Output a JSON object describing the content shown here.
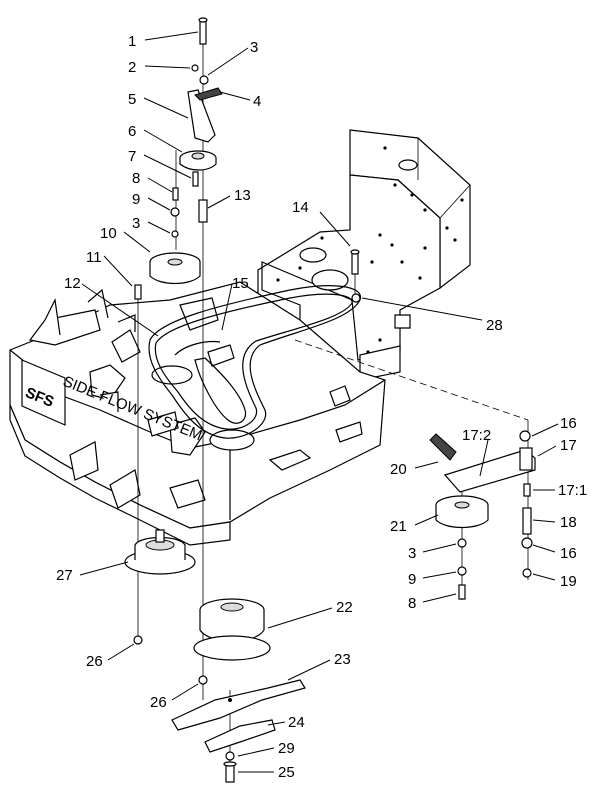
{
  "diagram": {
    "deck_decal": "SFS",
    "deck_decal_subtitle": "SIDE FLOW SYSTEM",
    "callouts": [
      "1",
      "2",
      "3",
      "4",
      "5",
      "6",
      "7",
      "8",
      "9",
      "3",
      "10",
      "11",
      "13",
      "12",
      "15",
      "14",
      "28",
      "16",
      "17:2",
      "17",
      "20",
      "17:1",
      "21",
      "18",
      "3",
      "16",
      "9",
      "19",
      "8",
      "27",
      "22",
      "26",
      "23",
      "26",
      "24",
      "29",
      "25"
    ]
  }
}
